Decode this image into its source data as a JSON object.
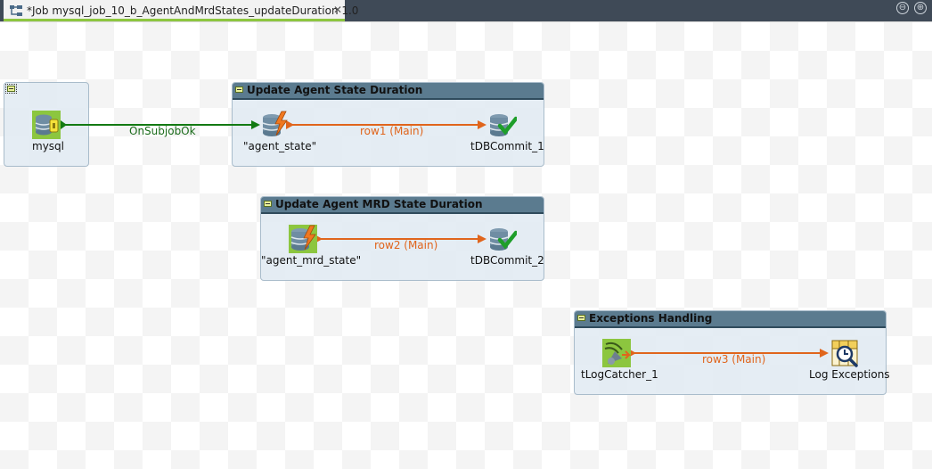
{
  "tab": {
    "title": "*Job mysql_job_10_b_AgentAndMrdStates_updateDuration 1.0",
    "close": "✕"
  },
  "window_buttons": [
    "⊖",
    "⊕"
  ],
  "colors": {
    "main_link": "#e0651c",
    "trigger_link": "#137a13",
    "subjob_header": "#5b7b8f",
    "subjob_body": "#e1eaf2"
  },
  "subjobs": {
    "mysql": {
      "title": ""
    },
    "agent_state": {
      "title": "Update Agent State Duration"
    },
    "agent_mrd": {
      "title": "Update Agent MRD State Duration"
    },
    "exceptions": {
      "title": "Exceptions Handling"
    }
  },
  "components": {
    "mysql": {
      "label": "mysql",
      "icon": "database-connection-icon"
    },
    "agent_state": {
      "label": "\"agent_state\"",
      "icon": "db-row-icon"
    },
    "commit1": {
      "label": "tDBCommit_1",
      "icon": "db-commit-icon"
    },
    "agent_mrd_state": {
      "label": "\"agent_mrd_state\"",
      "icon": "db-row-icon"
    },
    "commit2": {
      "label": "tDBCommit_2",
      "icon": "db-commit-icon"
    },
    "logcatcher": {
      "label": "tLogCatcher_1",
      "icon": "log-catcher-icon"
    },
    "logexceptions": {
      "label": "Log Exceptions",
      "icon": "log-row-icon"
    }
  },
  "links": {
    "onsubjobok": "OnSubjobOk",
    "row1": "row1 (Main)",
    "row2": "row2 (Main)",
    "row3": "row3 (Main)"
  }
}
